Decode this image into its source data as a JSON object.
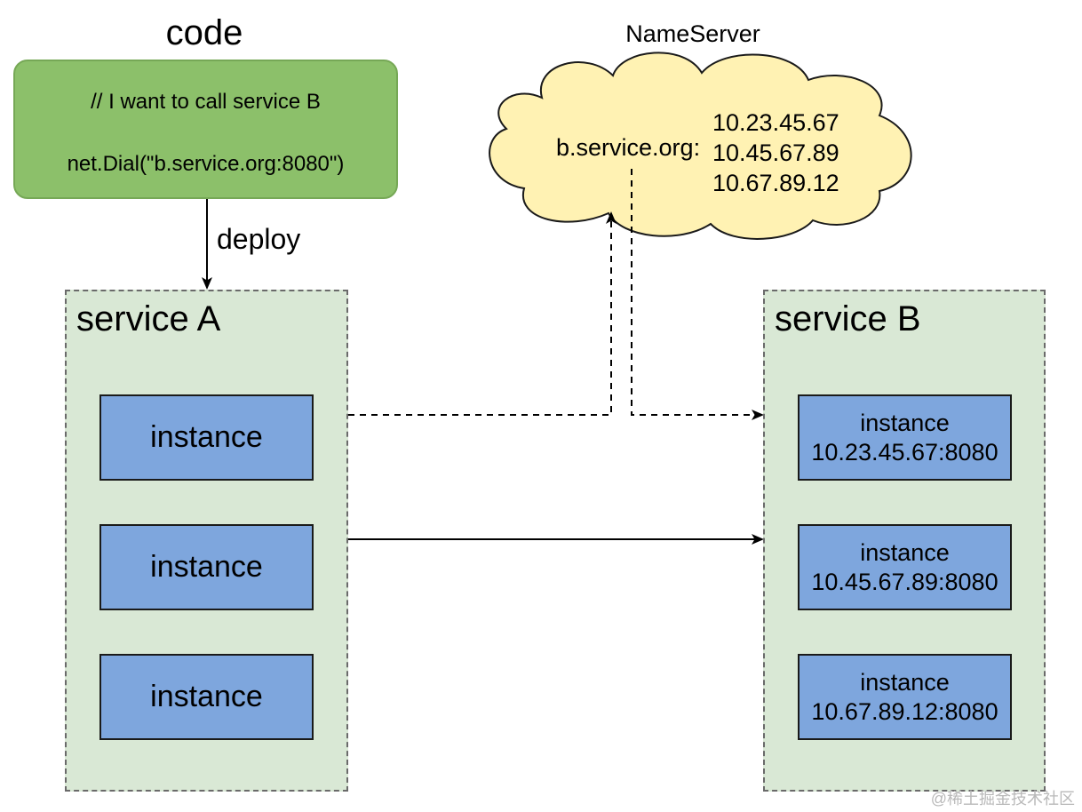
{
  "code": {
    "title": "code",
    "comment": "// I want to call service B",
    "call": "net.Dial(\"b.service.org:8080\")"
  },
  "deploy_label": "deploy",
  "nameserver": {
    "title": "NameServer",
    "key": "b.service.org:",
    "ips": [
      "10.23.45.67",
      "10.45.67.89",
      "10.67.89.12"
    ]
  },
  "service_a": {
    "label": "service A",
    "instances": [
      "instance",
      "instance",
      "instance"
    ]
  },
  "service_b": {
    "label": "service B",
    "instances": [
      {
        "name": "instance",
        "address": "10.23.45.67:8080"
      },
      {
        "name": "instance",
        "address": "10.45.67.89:8080"
      },
      {
        "name": "instance",
        "address": "10.67.89.12:8080"
      }
    ]
  },
  "watermark": "@稀土掘金技术社区",
  "colors": {
    "code_box": "#8cc06a",
    "group_fill": "#d9e8d5",
    "instance_fill": "#7ea6dd",
    "cloud_fill": "#fff2b3"
  }
}
